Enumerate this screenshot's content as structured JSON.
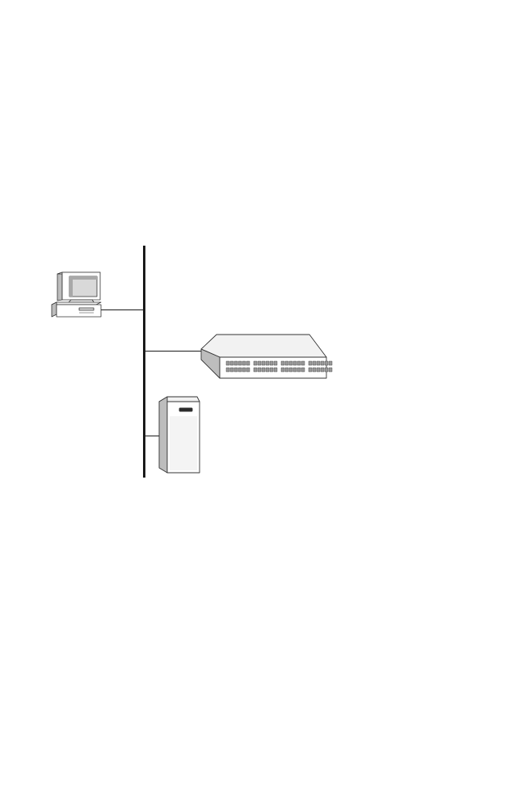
{
  "diagram": {
    "nodes": [
      {
        "id": "workstation",
        "kind": "desktop-computer",
        "icon": "desktop-computer-icon"
      },
      {
        "id": "switch",
        "kind": "network-switch",
        "icon": "network-switch-icon",
        "port_rows": 2,
        "ports_per_row": 24
      },
      {
        "id": "server",
        "kind": "tower-server",
        "icon": "tower-server-icon"
      }
    ],
    "links": [
      {
        "from": "workstation",
        "to": "network-bus"
      },
      {
        "from": "switch",
        "to": "network-bus"
      },
      {
        "from": "server",
        "to": "network-bus"
      }
    ],
    "colors": {
      "line": "#1a1a1a",
      "outline": "#333333",
      "device_top": "#f2f2f2",
      "device_front": "#ffffff",
      "device_side": "#bdbdbd",
      "screen": "#d9d9d9",
      "screen_shade": "#a8a8a8",
      "port": "#9a9a9a"
    }
  }
}
